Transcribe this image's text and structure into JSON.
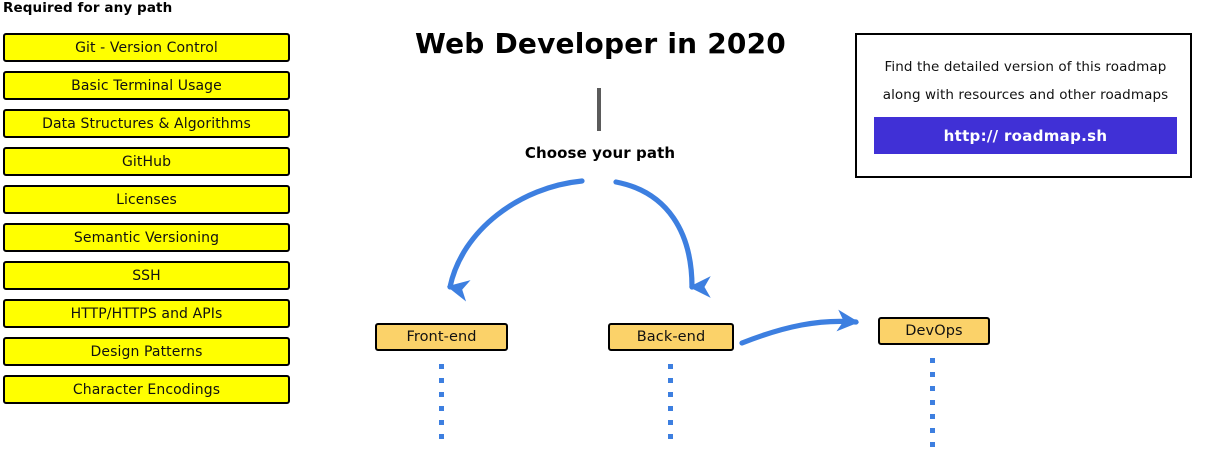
{
  "sidebar": {
    "title": "Required for any path",
    "items": [
      {
        "label": "Git - Version Control"
      },
      {
        "label": "Basic Terminal Usage"
      },
      {
        "label": "Data Structures & Algorithms"
      },
      {
        "label": "GitHub"
      },
      {
        "label": "Licenses"
      },
      {
        "label": "Semantic Versioning"
      },
      {
        "label": "SSH"
      },
      {
        "label": "HTTP/HTTPS and APIs"
      },
      {
        "label": "Design Patterns"
      },
      {
        "label": "Character Encodings"
      }
    ]
  },
  "header": {
    "title": "Web Developer in 2020",
    "choose_path_label": "Choose your path"
  },
  "paths": {
    "frontend": {
      "label": "Front-end"
    },
    "backend": {
      "label": "Back-end"
    },
    "devops": {
      "label": "DevOps"
    }
  },
  "info_card": {
    "line1": "Find the detailed version of this roadmap",
    "line2": "along with resources and other roadmaps",
    "url_label": "http:// roadmap.sh"
  },
  "colors": {
    "skill_box_fill": "#FFFF00",
    "skill_box_border": "#000000",
    "path_box_fill": "#FBD269",
    "arrow_blue": "#3D7FE0",
    "url_button_blue": "#4030D6",
    "stem_gray": "#5B5B5B",
    "background": "#FFFFFF"
  }
}
